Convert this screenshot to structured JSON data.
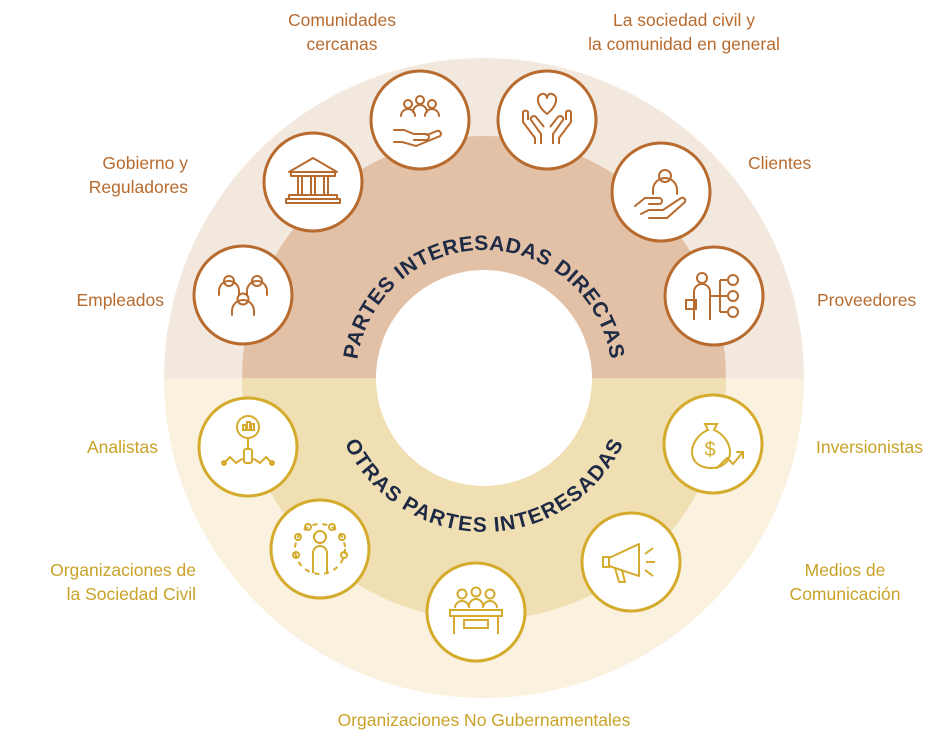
{
  "ring_titles": {
    "top": "PARTES INTERESADAS DIRECTAS",
    "bottom": "OTRAS PARTES INTERESADAS"
  },
  "colors": {
    "outer_top": "#f3e8de",
    "outer_bottom": "#faf1df",
    "inner_top": "#e2c1a6",
    "inner_bottom": "#f1dfb4",
    "direct_accent": "#b86b2f",
    "other_accent": "#d4ab2c",
    "title_text": "#1f2a44"
  },
  "direct_stakeholders": [
    {
      "lines": [
        "Empleados"
      ],
      "icon": "people-group-icon"
    },
    {
      "lines": [
        "Gobierno y",
        "Reguladores"
      ],
      "icon": "government-building-icon"
    },
    {
      "lines": [
        "Comunidades",
        "cercanas"
      ],
      "icon": "community-hand-icon"
    },
    {
      "lines": [
        "La sociedad civil y",
        "la comunidad en general"
      ],
      "icon": "heart-hands-icon"
    },
    {
      "lines": [
        "Clientes"
      ],
      "icon": "client-hand-icon"
    },
    {
      "lines": [
        "Proveedores"
      ],
      "icon": "supplier-network-icon"
    }
  ],
  "other_stakeholders": [
    {
      "lines": [
        "Analistas"
      ],
      "icon": "analyst-magnifier-icon"
    },
    {
      "lines": [
        "Organizaciones de",
        "la Sociedad Civil"
      ],
      "icon": "civil-society-circle-icon"
    },
    {
      "lines": [
        "Organizaciones No Gubernamentales"
      ],
      "icon": "ngo-meeting-icon"
    },
    {
      "lines": [
        "Medios de",
        "Comunicación"
      ],
      "icon": "megaphone-icon"
    },
    {
      "lines": [
        "Inversionistas"
      ],
      "icon": "money-bag-growth-icon"
    }
  ]
}
